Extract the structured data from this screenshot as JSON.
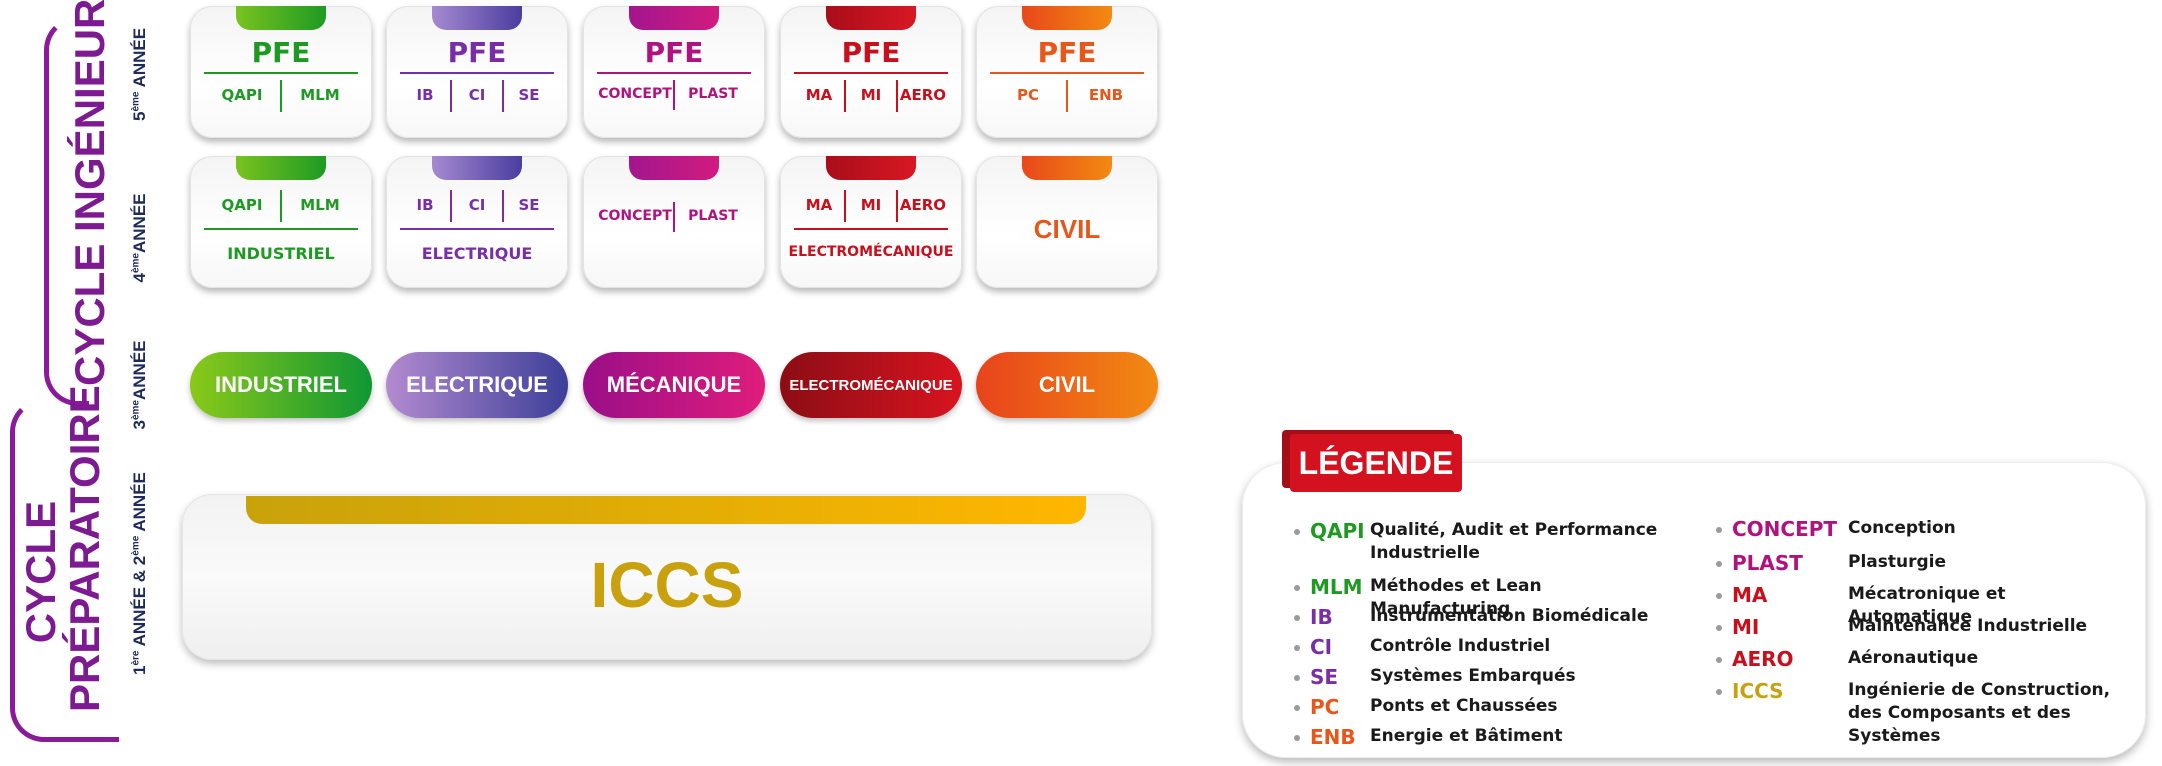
{
  "cycles": {
    "ingenieur": "CYCLE INGÉNIEUR",
    "preparatoire": "CYCLE PRÉPARATOIRE",
    "year5": "ANNÉE",
    "year5_num": "5",
    "year5_sup": "ème",
    "year4_num": "4",
    "year4_sup": "ème",
    "year4": "ANNÉE",
    "year3_num": "3",
    "year3_sup": "ème",
    "year3": "ANNÉE",
    "year12": "ANNÉE & 2",
    "year12_num": "1",
    "year12_sup": "ère",
    "year12_sup2": "ème",
    "year12_end": "ANNÉE"
  },
  "colors": {
    "industriel": "#1e9a23",
    "electrique": "#7a2ea6",
    "mecanique": "#b0137f",
    "electromecanique": "#c8101d",
    "civil": "#e8561a",
    "iccs": "#c9a10f"
  },
  "year5": [
    {
      "title": "PFE",
      "subs": [
        "QAPI",
        "MLM"
      ]
    },
    {
      "title": "PFE",
      "subs": [
        "IB",
        "CI",
        "SE"
      ]
    },
    {
      "title": "PFE",
      "subs": [
        "CONCEPT",
        "PLAST"
      ]
    },
    {
      "title": "PFE",
      "subs": [
        "MA",
        "MI",
        "AERO"
      ]
    },
    {
      "title": "PFE",
      "subs": [
        "PC",
        "ENB"
      ]
    }
  ],
  "year4": [
    {
      "subs": [
        "QAPI",
        "MLM"
      ],
      "label": "INDUSTRIEL"
    },
    {
      "subs": [
        "IB",
        "CI",
        "SE"
      ],
      "label": "ELECTRIQUE"
    },
    {
      "subs": [
        "CONCEPT",
        "PLAST"
      ],
      "label": ""
    },
    {
      "subs": [
        "MA",
        "MI",
        "AERO"
      ],
      "label": "ELECTROMÉCANIQUE"
    },
    {
      "subs": [],
      "label": "CIVIL"
    }
  ],
  "year3": [
    "INDUSTRIEL",
    "ELECTRIQUE",
    "MÉCANIQUE",
    "ELECTROMÉCANIQUE",
    "CIVIL"
  ],
  "iccs": "ICCS",
  "legend": {
    "title": "LÉGENDE",
    "left": [
      {
        "abbr": "QAPI",
        "desc": "Qualité, Audit et Performance Industrielle"
      },
      {
        "abbr": "MLM",
        "desc": "Méthodes et Lean Manufacturing"
      },
      {
        "abbr": "IB",
        "desc": "Instrumentation Biomédicale"
      },
      {
        "abbr": "CI",
        "desc": "Contrôle Industriel"
      },
      {
        "abbr": "SE",
        "desc": "Systèmes Embarqués"
      },
      {
        "abbr": "PC",
        "desc": "Ponts et Chaussées"
      },
      {
        "abbr": "ENB",
        "desc": "Energie et Bâtiment"
      }
    ],
    "right": [
      {
        "abbr": "CONCEPT",
        "desc": "Conception"
      },
      {
        "abbr": "PLAST",
        "desc": "Plasturgie"
      },
      {
        "abbr": "MA",
        "desc": "Mécatronique et Automatique"
      },
      {
        "abbr": "MI",
        "desc": "Maintenance Industrielle"
      },
      {
        "abbr": "AERO",
        "desc": "Aéronautique"
      },
      {
        "abbr": "ICCS",
        "desc": "Ingénierie de Construction, des Composants et des Systèmes"
      }
    ]
  }
}
